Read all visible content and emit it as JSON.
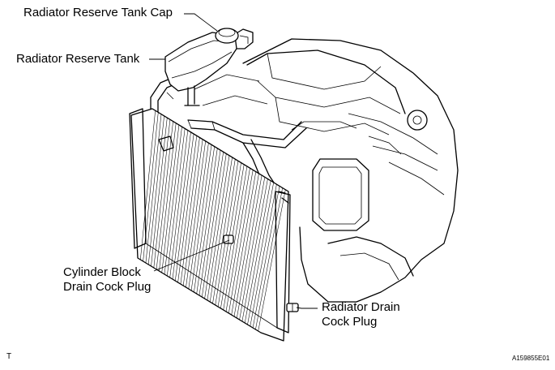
{
  "labels": {
    "reserve_tank_cap": "Radiator Reserve Tank Cap",
    "reserve_tank": "Radiator Reserve Tank",
    "cylinder_block_drain_line1": "Cylinder Block",
    "cylinder_block_drain_line2": "Drain Cock Plug",
    "radiator_drain_line1": "Radiator Drain",
    "radiator_drain_line2": "Cock Plug"
  },
  "corner_marks": {
    "left": "T",
    "right": "A159855E01"
  }
}
